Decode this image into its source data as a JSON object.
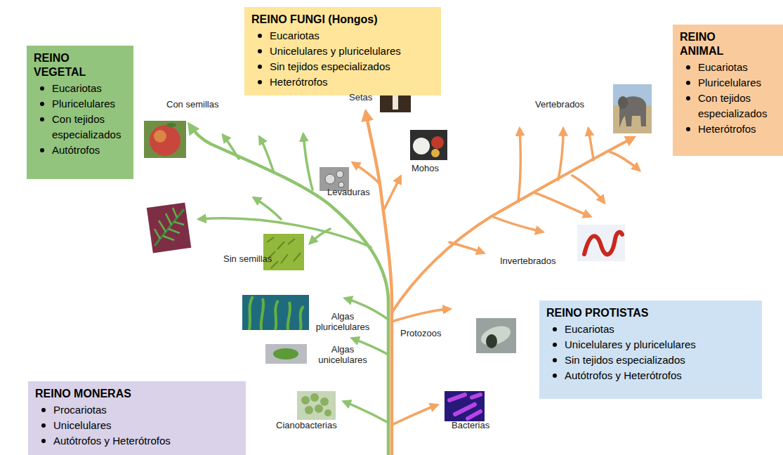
{
  "diagram": {
    "nodes": [
      {
        "text": [
          "REINO FUNGI (Hongos)",
          "Eucariotas",
          "Unicelulares y pluricelulares",
          "Sin tejidos especializados",
          "Heterótrofos"
        ]
      },
      {
        "text": [
          "REINO VEGETAL",
          "Eucariotas",
          "Pluricelulares",
          "Con tejidos especializados",
          "Autótrofos"
        ]
      },
      {
        "text": [
          "REINO ANIMAL",
          "Eucariotas",
          "Pluricelulares",
          "Con tejidos especializados",
          "Heterótrofos"
        ]
      },
      {
        "text": [
          "Con semillas",
          "Sin semillas"
        ]
      },
      {
        "text": [
          "Setas",
          "Levaduras",
          "Mohos"
        ]
      },
      {
        "text": [
          "Vertebrados",
          "Invertebrados"
        ]
      },
      {
        "text": [
          "Algas pluricelulares",
          "Algas unicelulares",
          "Protozoos"
        ]
      },
      {
        "text": [
          "REINO PROTISTAS",
          "Eucariotas",
          "Unicelulares y pluricelulares",
          "Sin tejidos especializados",
          "Autótrofos y Heterótrofos"
        ]
      },
      {
        "text": [
          "REINO MONERAS",
          "Procariotas",
          "Unicelulares",
          "Autótrofos y Heterótrofos"
        ]
      },
      {
        "text": [
          "Cianobacterias",
          "Bacterias"
        ]
      }
    ]
  }
}
